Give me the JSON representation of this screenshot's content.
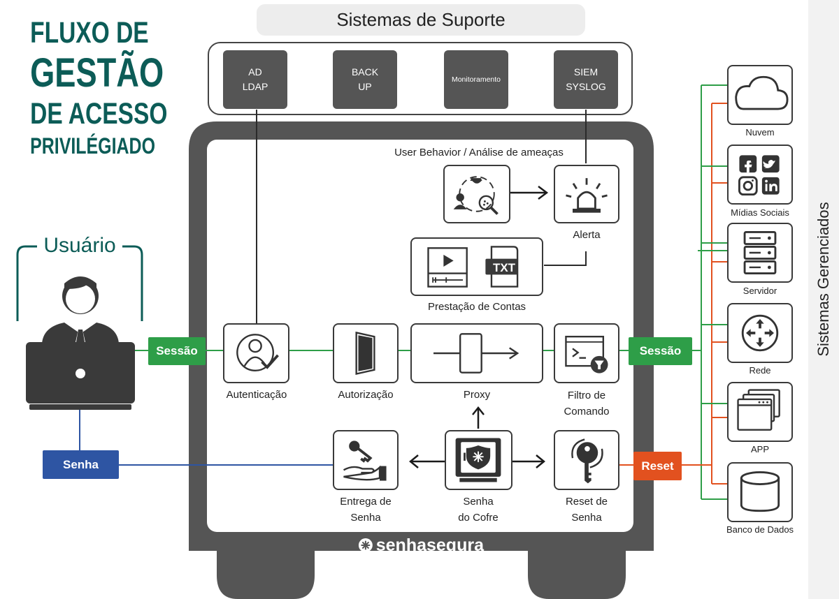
{
  "title": {
    "line1": "FLUXO DE",
    "line2": "GESTÃO",
    "line3": "DE ACESSO",
    "line4": "PRIVILÉGIADO"
  },
  "support": {
    "header": "Sistemas de Suporte",
    "items": [
      {
        "line1": "AD",
        "line2": "LDAP"
      },
      {
        "line1": "BACK",
        "line2": "UP"
      },
      {
        "line1": "Monitoramento",
        "line2": ""
      },
      {
        "line1": "SIEM",
        "line2": "SYSLOG"
      }
    ]
  },
  "user": {
    "label": "Usuário"
  },
  "badges": {
    "session_left": "Sessão",
    "session_right": "Sessão",
    "password": "Senha",
    "reset": "Reset"
  },
  "vault": {
    "behavior_label": "User Behavior / Análise de ameaças",
    "alert_label": "Alerta",
    "accountability_label": "Prestação de Contas",
    "txt_label": "TXT",
    "auth_label": "Autenticação",
    "authz_label": "Autorização",
    "proxy_label": "Proxy",
    "filter_label": {
      "line1": "Filtro de",
      "line2": "Comando"
    },
    "delivery_label": {
      "line1": "Entrega de",
      "line2": "Senha"
    },
    "safe_label": {
      "line1": "Senha",
      "line2": "do Cofre"
    },
    "reset_label": {
      "line1": "Reset de",
      "line2": "Senha"
    },
    "brand": "senhasegura"
  },
  "managed": {
    "header": "Sistemas Gerenciados",
    "items": [
      {
        "label": "Nuvem",
        "icon": "cloud-icon"
      },
      {
        "label": "Mídias Sociais",
        "icon": "social-media-icon"
      },
      {
        "label": "Servidor",
        "icon": "server-icon"
      },
      {
        "label": "Rede",
        "icon": "router-icon"
      },
      {
        "label": "APP",
        "icon": "app-windows-icon"
      },
      {
        "label": "Banco de Dados",
        "icon": "database-icon"
      }
    ]
  },
  "colors": {
    "title": "#0c5c57",
    "session": "#2e9e48",
    "password": "#2e55a3",
    "reset": "#e2511f",
    "vault": "#555555",
    "line": "#2a2a2a"
  }
}
